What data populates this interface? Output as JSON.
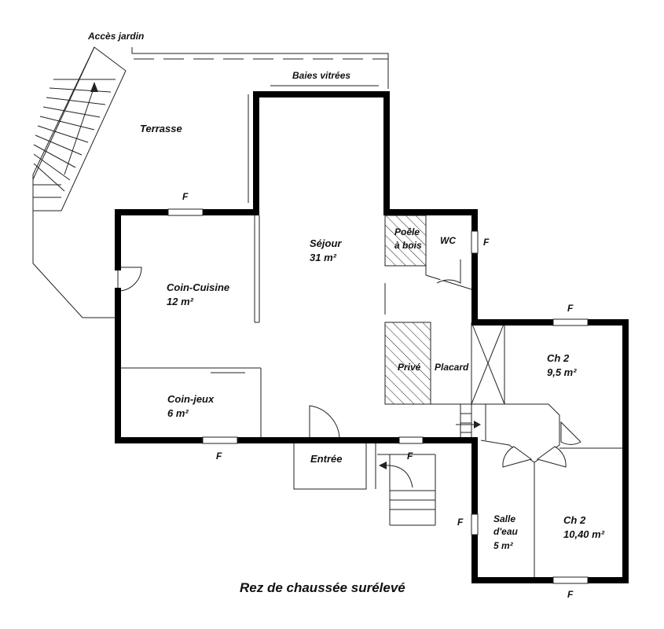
{
  "title": "Rez de chaussée surélevé",
  "rooms": {
    "sejour": {
      "name": "Séjour",
      "area": "31 m²"
    },
    "cuisine": {
      "name": "Coin-Cuisine",
      "area": "12 m²"
    },
    "jeux": {
      "name": "Coin-jeux",
      "area": "6 m²"
    },
    "ch2a": {
      "name": "Ch 2",
      "area": "9,5 m²"
    },
    "ch2b": {
      "name": "Ch 2",
      "area": "10,40 m²"
    },
    "salle": {
      "line1": "Salle",
      "line2": "d'eau",
      "area": "5 m²"
    },
    "wc": {
      "name": "WC"
    },
    "poele": {
      "line1": "Poêle",
      "line2": "à bois"
    },
    "prive": {
      "name": "Privé"
    },
    "placard": {
      "name": "Placard"
    },
    "entree": {
      "name": "Entrée"
    },
    "terrasse": {
      "name": "Terrasse"
    }
  },
  "labels": {
    "acces_jardin": "Accès jardin",
    "baies_vitrees": "Baies vitrées",
    "window_mark": "F"
  }
}
